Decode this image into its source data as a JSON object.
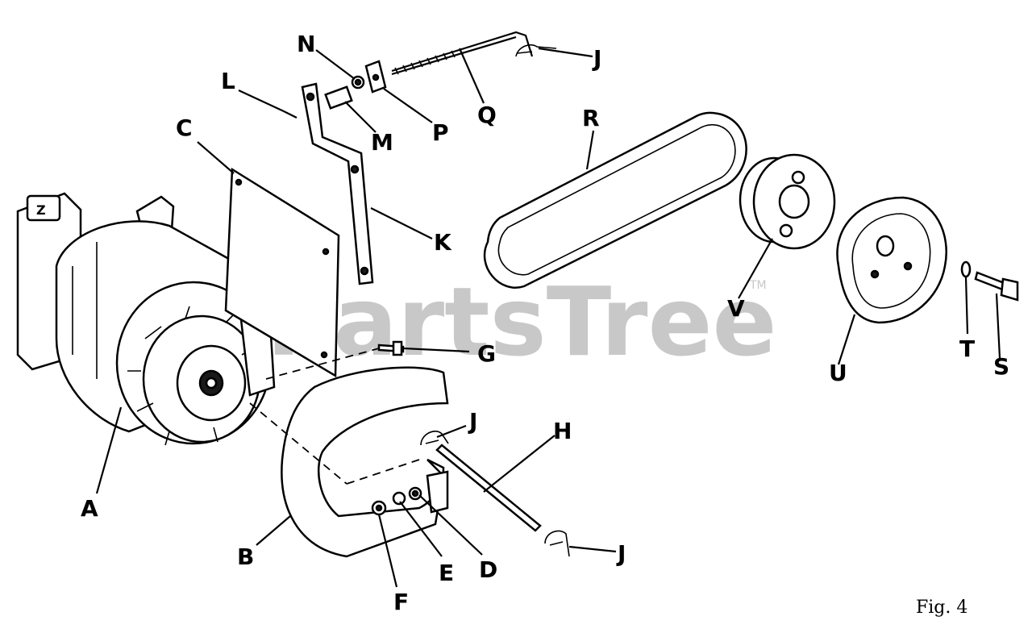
{
  "watermark": {
    "text": "PartsTree",
    "trademark": "TM"
  },
  "figure_caption": "Fig. 4",
  "callouts": {
    "A": "A",
    "B": "B",
    "C": "C",
    "D": "D",
    "E": "E",
    "F": "F",
    "G": "G",
    "H": "H",
    "J1": "J",
    "J2": "J",
    "J3": "J",
    "K": "K",
    "L": "L",
    "M": "M",
    "N": "N",
    "P": "P",
    "Q": "Q",
    "R": "R",
    "S": "S",
    "T": "T",
    "U": "U",
    "V": "V"
  }
}
